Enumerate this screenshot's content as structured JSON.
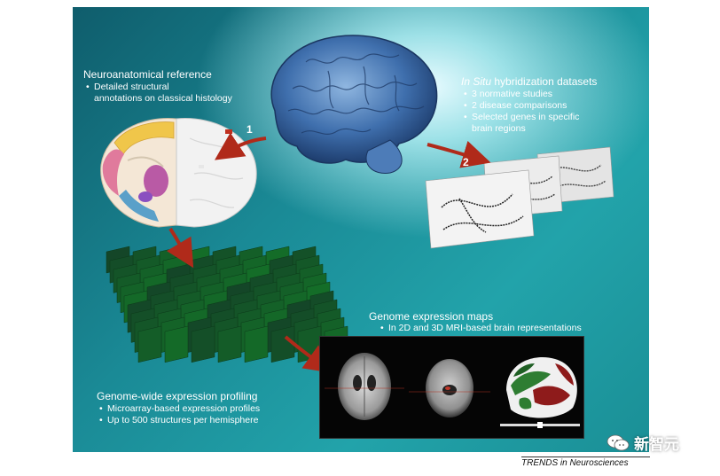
{
  "neuro": {
    "title": "Neuroanatomical reference",
    "bullet_line1": "Detailed structural",
    "bullet_line2": "annotations on classical histology"
  },
  "insitu": {
    "title_italic": "In Situ",
    "title_rest": " hybridization datasets",
    "bullets": [
      "3 normative studies",
      "2 disease comparisons",
      "Selected genes in specific"
    ],
    "bullet3_line2": "brain regions"
  },
  "steps": {
    "step1": "1",
    "step2": "2"
  },
  "genome_maps": {
    "title": "Genome expression maps",
    "bullet": "In 2D and 3D MRI-based brain representations"
  },
  "profiling": {
    "title": "Genome-wide expression profiling",
    "bullets": [
      "Microarray-based expression profiles",
      "Up to 500 structures per hemisphere"
    ]
  },
  "footer": {
    "trends": "TRENDS",
    "in_journal": " in Neurosciences"
  },
  "watermark": {
    "text": "新智元",
    "icon": "wechat-bubble-icon"
  },
  "colors": {
    "panel_dark": "#0f5d6c",
    "panel_teal": "#22a3aa",
    "arrow_red": "#b02a1a",
    "brain_blue": "#3a6aa8",
    "microarray_green": "#1e6a32"
  }
}
